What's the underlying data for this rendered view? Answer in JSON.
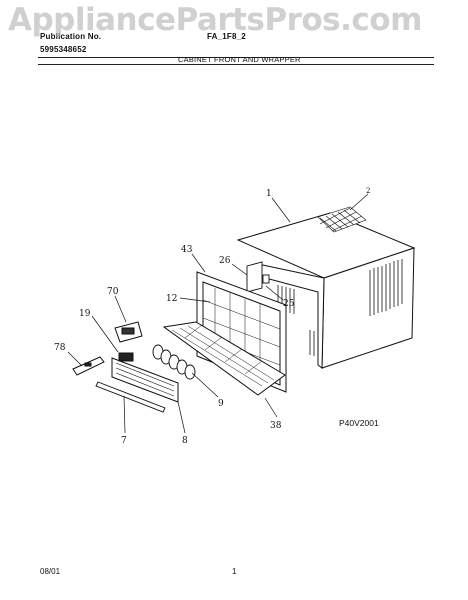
{
  "header": {
    "publication_label": "Publication No.",
    "publication_number": "5995348652",
    "model": "FA_1F8_2",
    "section_title": "CABINET FRONT AND WRAPPER"
  },
  "watermark": "AppliancePartsPros.com",
  "diagram": {
    "code": "P40V2001",
    "callouts": [
      "1",
      "2",
      "43",
      "26",
      "12",
      "25",
      "70",
      "19",
      "78",
      "9",
      "7",
      "8",
      "38"
    ]
  },
  "footer": {
    "date": "08/01",
    "page": "1"
  }
}
